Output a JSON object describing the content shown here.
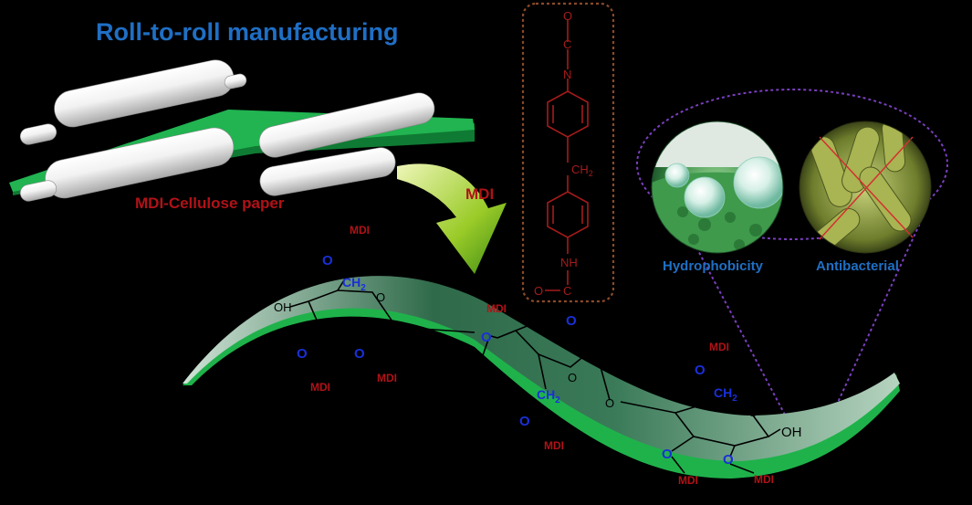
{
  "title": "Roll-to-roll manufacturing",
  "paper_label": "MDI-Cellulose paper",
  "arrow_label": "MDI",
  "molecule": {
    "o_top": "O",
    "eq1": "=",
    "c_top": "C",
    "eq2": "=",
    "n_top": "N",
    "ch2": "CH",
    "ch2_sub": "2",
    "nh": "NH",
    "o_bottom": "O",
    "eq3": "=",
    "c_bottom": "C"
  },
  "properties": {
    "left": "Hydrophobicity",
    "right": "Antibacterial"
  },
  "cellulose": {
    "mdi": "MDI",
    "o": "O",
    "ch2": "CH",
    "ch2_sub": "2",
    "oh": "OH"
  },
  "colors": {
    "title": "#1f6fc4",
    "mdi_red": "#b01217",
    "oxygen_blue": "#1a2fd8",
    "paper_green": "#17b04a",
    "dotted_box": "#8a4a28",
    "magnifier": "#7a3fbf"
  }
}
